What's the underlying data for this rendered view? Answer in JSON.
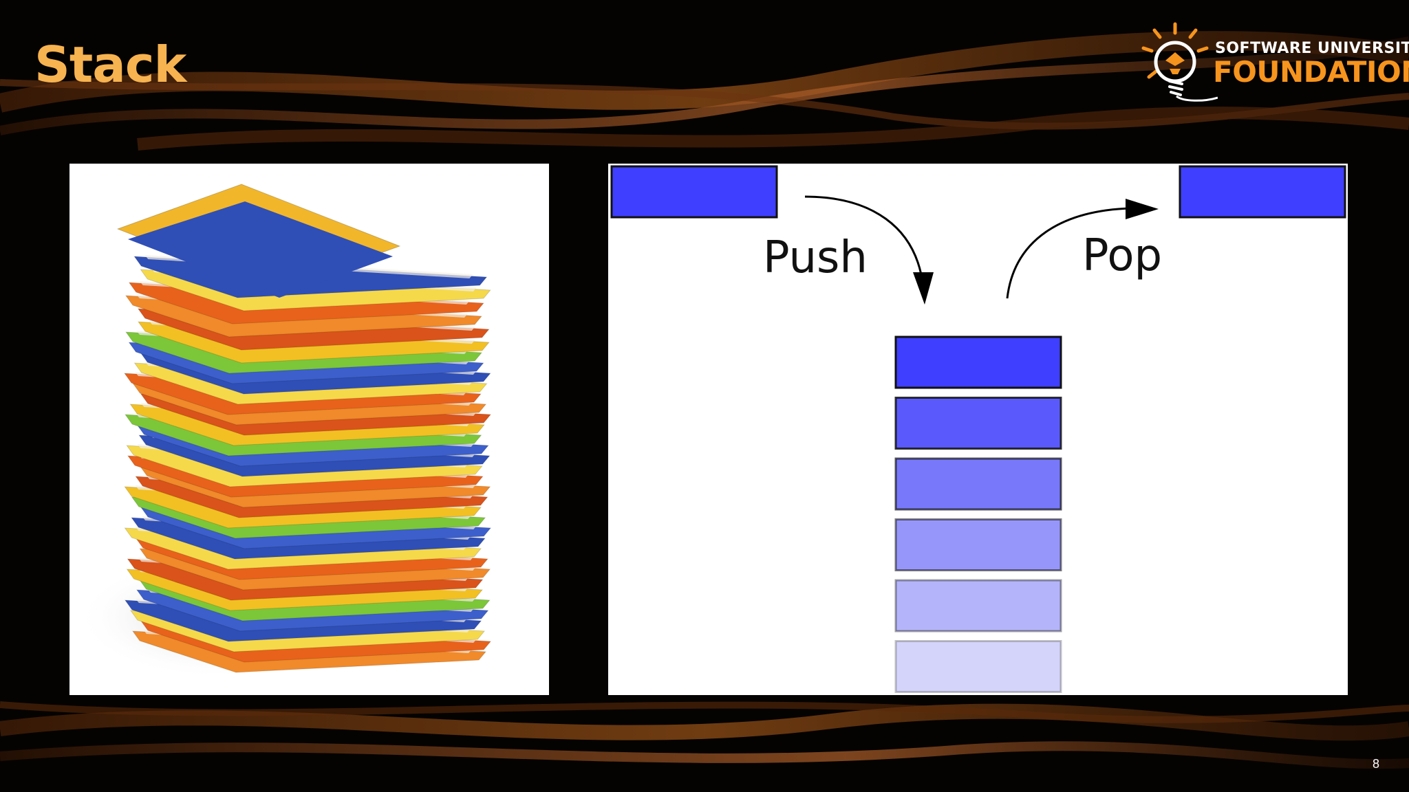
{
  "slide": {
    "title": "Stack",
    "page_number": "8"
  },
  "logo": {
    "line1": "SOFTWARE UNIVERSITY",
    "line2": "FOUNDATION"
  },
  "diagram": {
    "push_label": "Push",
    "pop_label": "Pop",
    "stack_item_colors": [
      "#3f3fff",
      "#5a5afc",
      "#7878fb",
      "#9696fa",
      "#b4b4fa",
      "#d4d4fb"
    ]
  },
  "colors": {
    "title": "#f7b350",
    "accent": "#f7941d",
    "block": "#3f3fff"
  }
}
